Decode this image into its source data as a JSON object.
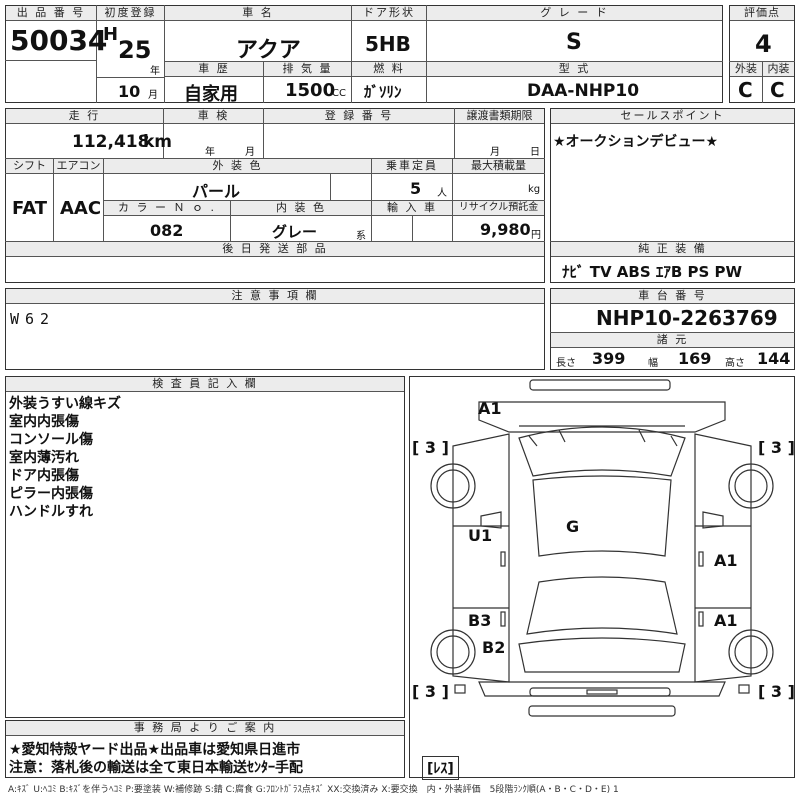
{
  "header": {
    "lot_label": "出 品 番 号",
    "lot_no": "50034",
    "first_reg_label": "初度登録",
    "era": "H",
    "year_num": "25",
    "year_unit": "年",
    "month_num": "10",
    "month_unit": "月",
    "car_name_label": "車 名",
    "car_name": "アクア",
    "door_label": "ドア形状",
    "door": "5HB",
    "grade_label": "グ レ ー ド",
    "grade": "S",
    "score_label": "評価点",
    "score": "4",
    "history_label": "車 歴",
    "history": "自家用",
    "disp_label": "排 気 量",
    "disp": "1500",
    "disp_unit": "CC",
    "fuel_label": "燃 料",
    "fuel": "ｶﾞｿﾘﾝ",
    "model_label": "型 式",
    "model": "DAA-NHP10",
    "ext_label": "外装",
    "ext": "C",
    "int_label": "内装",
    "int": "C"
  },
  "mid": {
    "mileage_label": "走 行",
    "mileage": "112,418",
    "mileage_unit": "km",
    "inspection_label": "車 検",
    "insp_year_unit": "年",
    "insp_month_unit": "月",
    "regno_label": "登 録 番 号",
    "transfer_label": "譲渡書類期限",
    "transfer_month_unit": "月",
    "transfer_day_unit": "日",
    "shift_label": "シフト",
    "shift": "FAT",
    "ac_label": "エアコン",
    "ac": "AAC",
    "color_label": "外 装 色",
    "color": "パール",
    "capacity_label": "乗車定員",
    "capacity": "5",
    "capacity_unit": "人",
    "load_label": "最大積載量",
    "load_unit": "kg",
    "colorno_label": "カ ラ ー Ｎ ｏ .",
    "colorno": "082",
    "interior_label": "内 装 色",
    "interior": "グレー",
    "interior_unit": "系",
    "import_label": "輸 入 車",
    "recycle_label": "リサイクル預託金",
    "recycle": "9,980",
    "recycle_unit": "円",
    "later_label": "後 日 発 送 部 品",
    "sales_label": "セールスポイント",
    "sales": "★オークションデビュー★",
    "equip_label": "純 正 装 備",
    "equip": "ﾅﾋﾞ TV ABS ｴｱB PS PW"
  },
  "notes": {
    "label": "注 意 事 項 欄",
    "text": "W62",
    "chassis_label": "車 台 番 号",
    "chassis": "NHP10-2263769",
    "dims_label": "諸 元",
    "length_label": "長さ",
    "length": "399",
    "width_label": "幅",
    "width": "169",
    "height_label": "高さ",
    "height": "144"
  },
  "inspector": {
    "label": "検 査 員 記 入 欄",
    "lines": [
      "外装うすい線キズ",
      "室内内張傷",
      "コンソール傷",
      "室内薄汚れ",
      "ドア内張傷",
      "ピラー内張傷",
      "ハンドルすれ"
    ]
  },
  "office": {
    "label": "事 務 局 よ り ご 案 内",
    "line1": "★愛知特殻ヤード出品★出品車は愛知県日進市",
    "line2": "注意：落札後の輸送は全て東日本輸送ｾﾝﾀｰ手配"
  },
  "diagram": {
    "marks": {
      "a1_top": "A1",
      "g": "G",
      "u1": "U1",
      "a1_r1": "A1",
      "b3": "B3",
      "a1_r2": "A1",
      "b2": "B2"
    },
    "tires": {
      "fl": "[ 3 ]",
      "fr": "[ 3 ]",
      "rl": "[ 3 ]",
      "rr": "[ 3 ]"
    },
    "spare": "[ﾚｽ]"
  },
  "legend": "A:ｷｽﾞ U:ﾍｺﾐ B:ｷｽﾞを伴うﾍｺﾐ P:要塗装 W:補修跡 S:錆 C:腐食 G:ﾌﾛﾝﾄｶﾞﾗｽ点ｷｽﾞ XX:交換済み X:要交換　内・外装評価　5段階ﾗﾝｸ順(A・B・C・D・E) 1"
}
